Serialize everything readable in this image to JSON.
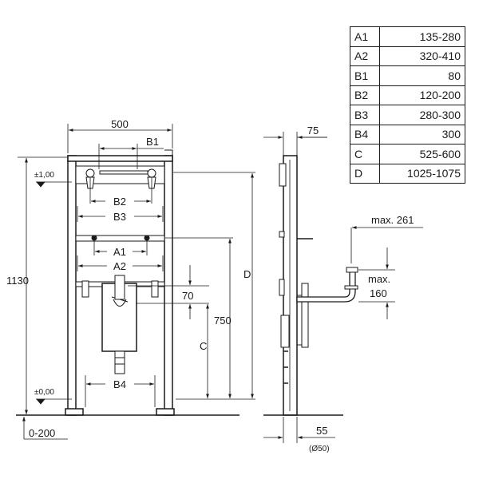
{
  "table": [
    {
      "key": "A1",
      "value": "135-280"
    },
    {
      "key": "A2",
      "value": "320-410"
    },
    {
      "key": "B1",
      "value": "80"
    },
    {
      "key": "B2",
      "value": "120-200"
    },
    {
      "key": "B3",
      "value": "280-300"
    },
    {
      "key": "B4",
      "value": "300"
    },
    {
      "key": "C",
      "value": "525-600"
    },
    {
      "key": "D",
      "value": "1025-1075"
    }
  ],
  "front_view": {
    "width": "500",
    "height": "1130",
    "floor_offset": "0-200",
    "level_top": "±1,00",
    "level_floor": "±0,00",
    "outlet_height": "750",
    "dim_70": "70",
    "labels": {
      "b1": "B1",
      "b2": "B2",
      "b3": "B3",
      "b4": "B4",
      "a1": "A1",
      "a2": "A2",
      "c": "C",
      "d": "D"
    }
  },
  "side_view": {
    "depth": "75",
    "max_261": "max. 261",
    "max_160_line1": "max.",
    "max_160_line2": "160",
    "bottom_dim": "55",
    "pipe_diameter": "(Ø50)"
  }
}
